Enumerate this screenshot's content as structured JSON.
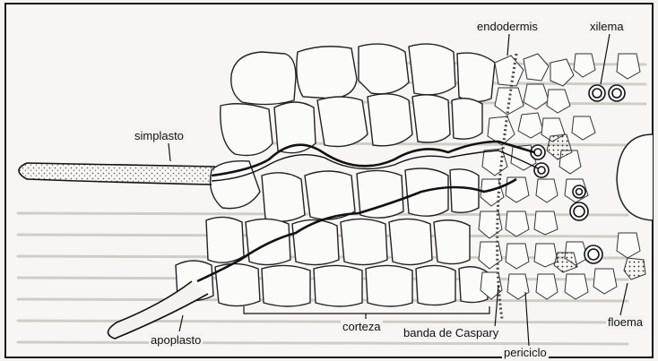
{
  "labels": {
    "endodermis": "endodermis",
    "xilema": "xilema",
    "simplasto": "simplasto",
    "corteza": "corteza",
    "banda_caspary": "banda de Caspary",
    "apoplasto": "apoplasto",
    "periciclo": "periciclo",
    "floema": "floema"
  }
}
